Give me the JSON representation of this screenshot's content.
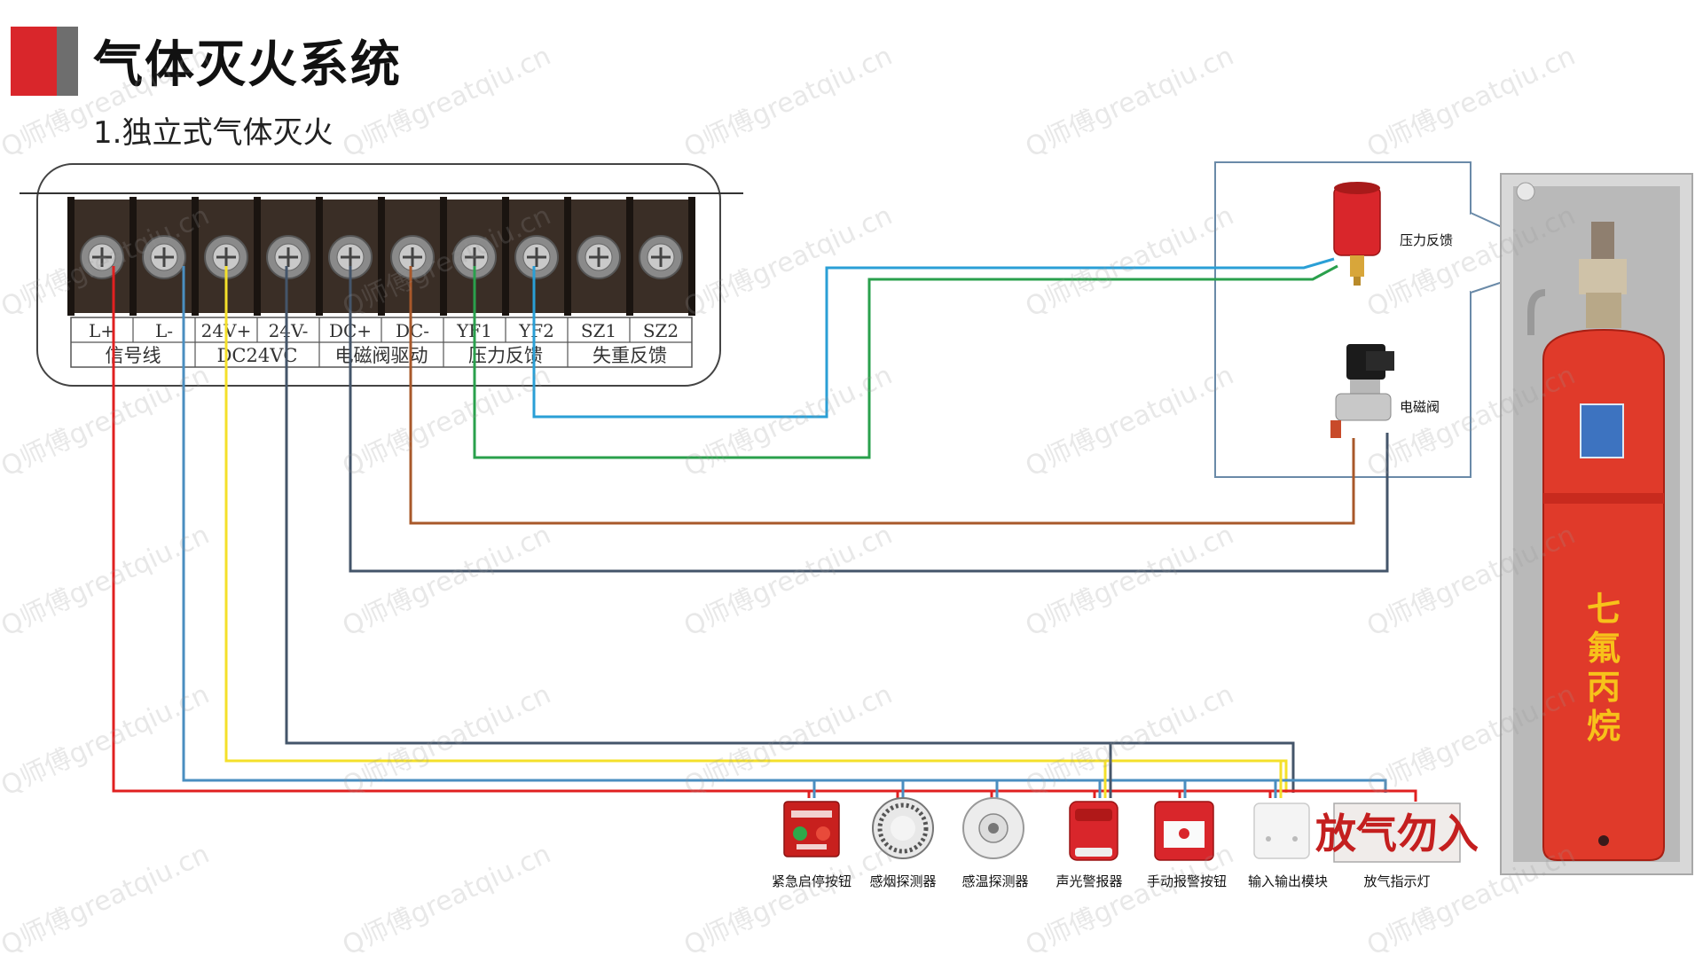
{
  "header": {
    "title": "气体灭火系统",
    "subtitle": "1.独立式气体灭火"
  },
  "terminal_block": {
    "terminals": [
      "L+",
      "L-",
      "24V+",
      "24V-",
      "DC+",
      "DC-",
      "YF1",
      "YF2",
      "SZ1",
      "SZ2"
    ],
    "groups": [
      "信号线",
      "DC24VC",
      "电磁阀驱动",
      "压力反馈",
      "失重反馈"
    ]
  },
  "valve_panel": {
    "pressure_feedback_label": "压力反馈",
    "solenoid_valve_label": "电磁阀"
  },
  "cylinder": {
    "agent_name": [
      "七",
      "氟",
      "丙",
      "烷"
    ]
  },
  "devices": [
    {
      "label": "紧急启停按钮"
    },
    {
      "label": "感烟探测器"
    },
    {
      "label": "感温探测器"
    },
    {
      "label": "声光警报器"
    },
    {
      "label": "手动报警按钮"
    },
    {
      "label": "输入输出模块"
    },
    {
      "label": "放气指示灯"
    }
  ],
  "indicator_lamp": {
    "text": "放气勿入"
  },
  "watermark": "Q师傅greatqiu.cn",
  "colors": {
    "accent_red": "#d9262b",
    "accent_grey": "#6e6e6e",
    "wire_red": "#e02020",
    "wire_blue": "#4a8ec0",
    "wire_yellow": "#f4e02a",
    "wire_dark": "#44556a",
    "wire_cyan": "#2a9fd6",
    "wire_green": "#2aa04c",
    "wire_brown": "#a8582a",
    "cylinder_red": "#e03a2a"
  }
}
